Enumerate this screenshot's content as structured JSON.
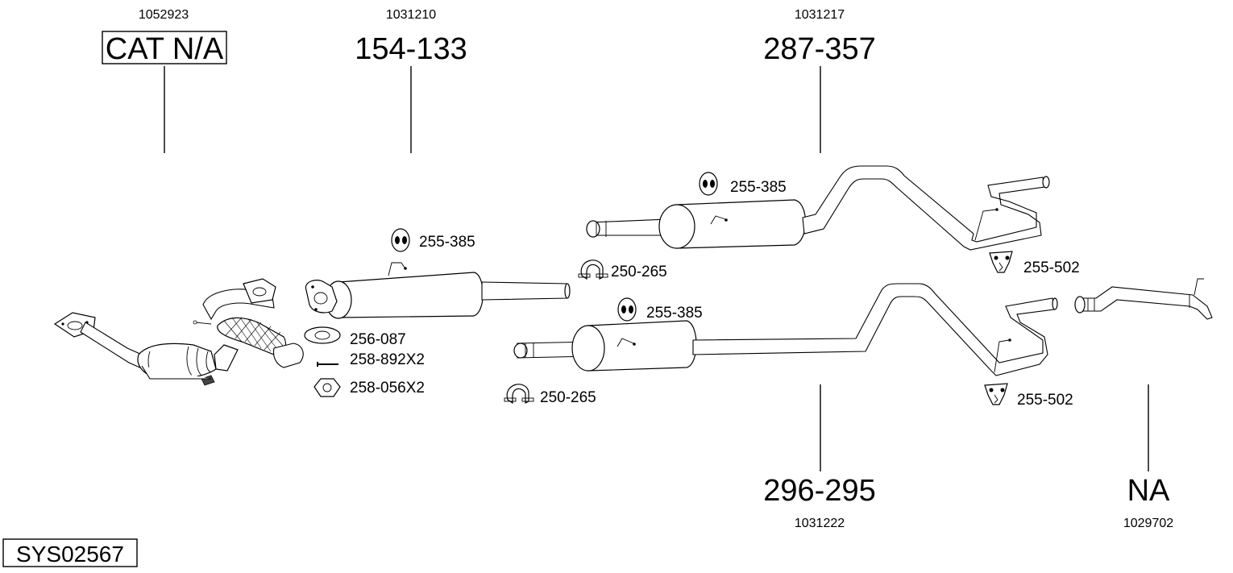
{
  "assemblies": [
    {
      "id": "cat",
      "code": "1052923",
      "part": "CAT N/A",
      "boxed": true
    },
    {
      "id": "front-silencer",
      "code": "1031210",
      "part": "154-133",
      "boxed": false
    },
    {
      "id": "rear-silencer-upper",
      "code": "1031217",
      "part": "287-357",
      "boxed": false
    },
    {
      "id": "rear-silencer-lower",
      "code": "1031222",
      "part": "296-295",
      "boxed": false
    },
    {
      "id": "tail-pipe",
      "code": "1029702",
      "part": "NA",
      "boxed": false
    }
  ],
  "fittings": {
    "hanger_front": "255-385",
    "hanger_upper": "255-385",
    "hanger_lower": "255-385",
    "clamp_upper": "250-265",
    "clamp_lower": "250-265",
    "bracket_upper": "255-502",
    "bracket_lower": "255-502",
    "gasket": "256-087",
    "bolt": "258-892X2",
    "nut": "258-056X2"
  },
  "system_code": "SYS02567"
}
